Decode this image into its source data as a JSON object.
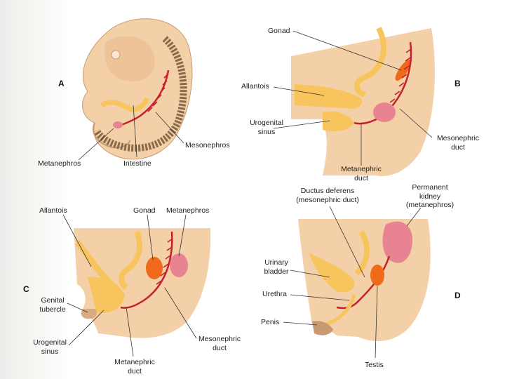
{
  "colors": {
    "skin": "#f3d0a7",
    "skin_dark": "#c99a72",
    "organ_yellow": "#f7c45e",
    "duct_red": "#c4212b",
    "kidney_pink": "#e88392",
    "gonad_orange": "#f06a1c",
    "leader_line": "#333333"
  },
  "panels": {
    "a": "A",
    "b": "B",
    "c": "C",
    "d": "D"
  },
  "labels": {
    "a_metanephros": "Metanephros",
    "a_intestine": "Intestine",
    "a_mesonephros": "Mesonephros",
    "b_gonad": "Gonad",
    "b_allantois": "Allantois",
    "b_urogenital_sinus": [
      "Urogenital",
      "sinus"
    ],
    "b_mesonephric_duct": [
      "Mesonephric",
      "duct"
    ],
    "b_metanephric_duct": [
      "Metanephric",
      "duct"
    ],
    "c_allantois": "Allantois",
    "c_gonad": "Gonad",
    "c_metanephros": "Metanephros",
    "c_genital_tubercle": [
      "Genital",
      "tubercle"
    ],
    "c_urogenital_sinus": [
      "Urogenital",
      "sinus"
    ],
    "c_mesonephric_duct": [
      "Mesonephric",
      "duct"
    ],
    "c_metanephric_duct": [
      "Metanephric",
      "duct"
    ],
    "d_ductus_deferens": [
      "Ductus deferens",
      "(mesonephric duct)"
    ],
    "d_permanent_kidney": [
      "Permanent",
      "kidney",
      "(metanephros)"
    ],
    "d_urinary_bladder": [
      "Urinary",
      "bladder"
    ],
    "d_urethra": "Urethra",
    "d_penis": "Penis",
    "d_testis": "Testis"
  }
}
